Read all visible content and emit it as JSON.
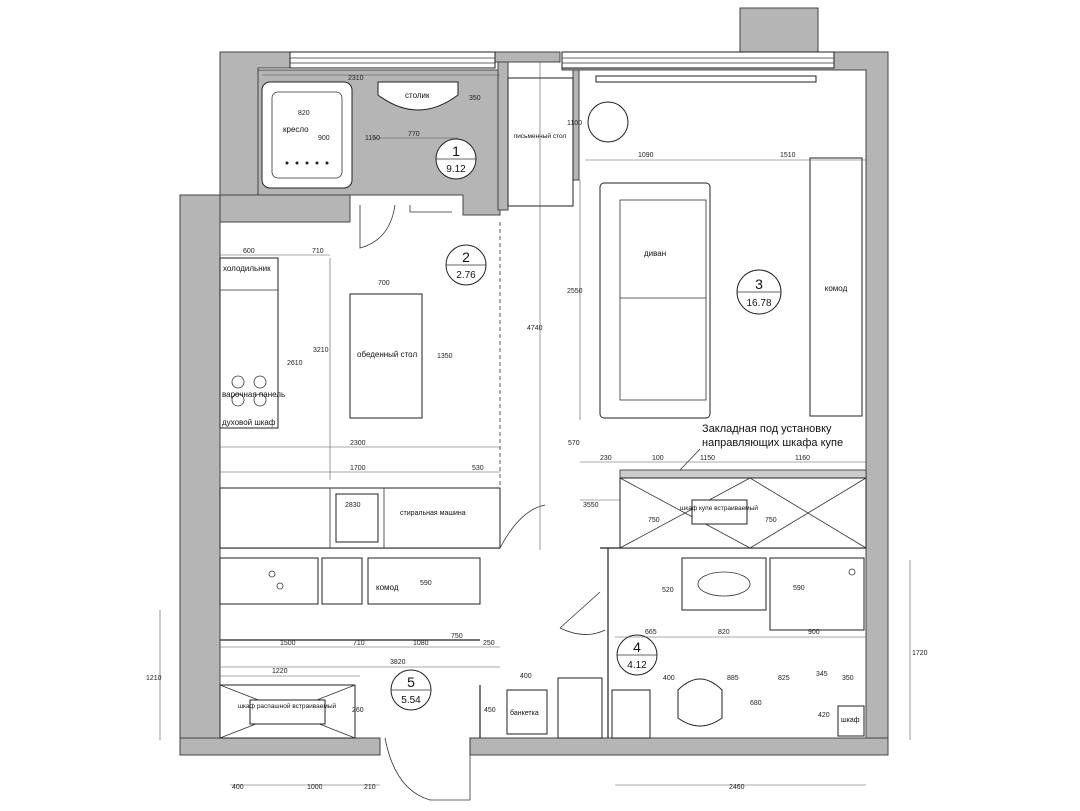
{
  "rooms": [
    {
      "number": "1",
      "area": "9.12"
    },
    {
      "number": "2",
      "area": "2.76"
    },
    {
      "number": "3",
      "area": "16.78"
    },
    {
      "number": "4",
      "area": "4.12"
    },
    {
      "number": "5",
      "area": "5.54"
    }
  ],
  "furniture": {
    "armchair": "кресло",
    "side_table": "столик",
    "desk": "письменный стол",
    "sofa": "диван",
    "dresser_room": "комод",
    "fridge": "холодильник",
    "hob": "варочная панель",
    "oven": "духовой шкаф",
    "dining_table": "обеденный стол",
    "washing_machine": "стиральная машина",
    "wardrobe_builtin": "шкаф купе встраиваемый",
    "dresser_hall": "комод",
    "hall_wardrobe": "шкаф распашной встраиваемый",
    "bench": "банкетка",
    "bath_cabinet": "шкаф"
  },
  "note": {
    "line1": "Закладная под установку",
    "line2": "направляющих шкафа купе"
  },
  "dimensions": {
    "d2310": "2310",
    "d820": "820",
    "d900a": "900",
    "d770": "770",
    "d1150a": "1150",
    "d350a": "350",
    "d1100": "1100",
    "d1090": "1090",
    "d1510": "1510",
    "d600": "600",
    "d710a": "710",
    "d700": "700",
    "d2610": "2610",
    "d3210": "3210",
    "d1350": "1350",
    "d4740": "4740",
    "d2550": "2550",
    "d570": "570",
    "d2300": "2300",
    "d1700": "1700",
    "d530": "530",
    "d230": "230",
    "d100": "100",
    "d1150b": "1150",
    "d1160": "1160",
    "d2830": "2830",
    "d3550": "3550",
    "d750a": "750",
    "d750b": "750",
    "d590a": "590",
    "d520": "520",
    "d590b": "590",
    "d665": "665",
    "d820b": "820",
    "d900b": "900",
    "d1500": "1500",
    "d710b": "710",
    "d1080": "1080",
    "d250": "250",
    "d750c": "750",
    "d3820": "3820",
    "d1220": "1220",
    "d400a": "400",
    "d400b": "400",
    "d885": "885",
    "d825": "825",
    "d345": "345",
    "d350b": "350",
    "d680": "680",
    "d420": "420",
    "d450": "450",
    "d260": "260",
    "d1210": "1210",
    "d1720": "1720",
    "d400c": "400",
    "d1000": "1000",
    "d210": "210",
    "d2460": "2460"
  }
}
